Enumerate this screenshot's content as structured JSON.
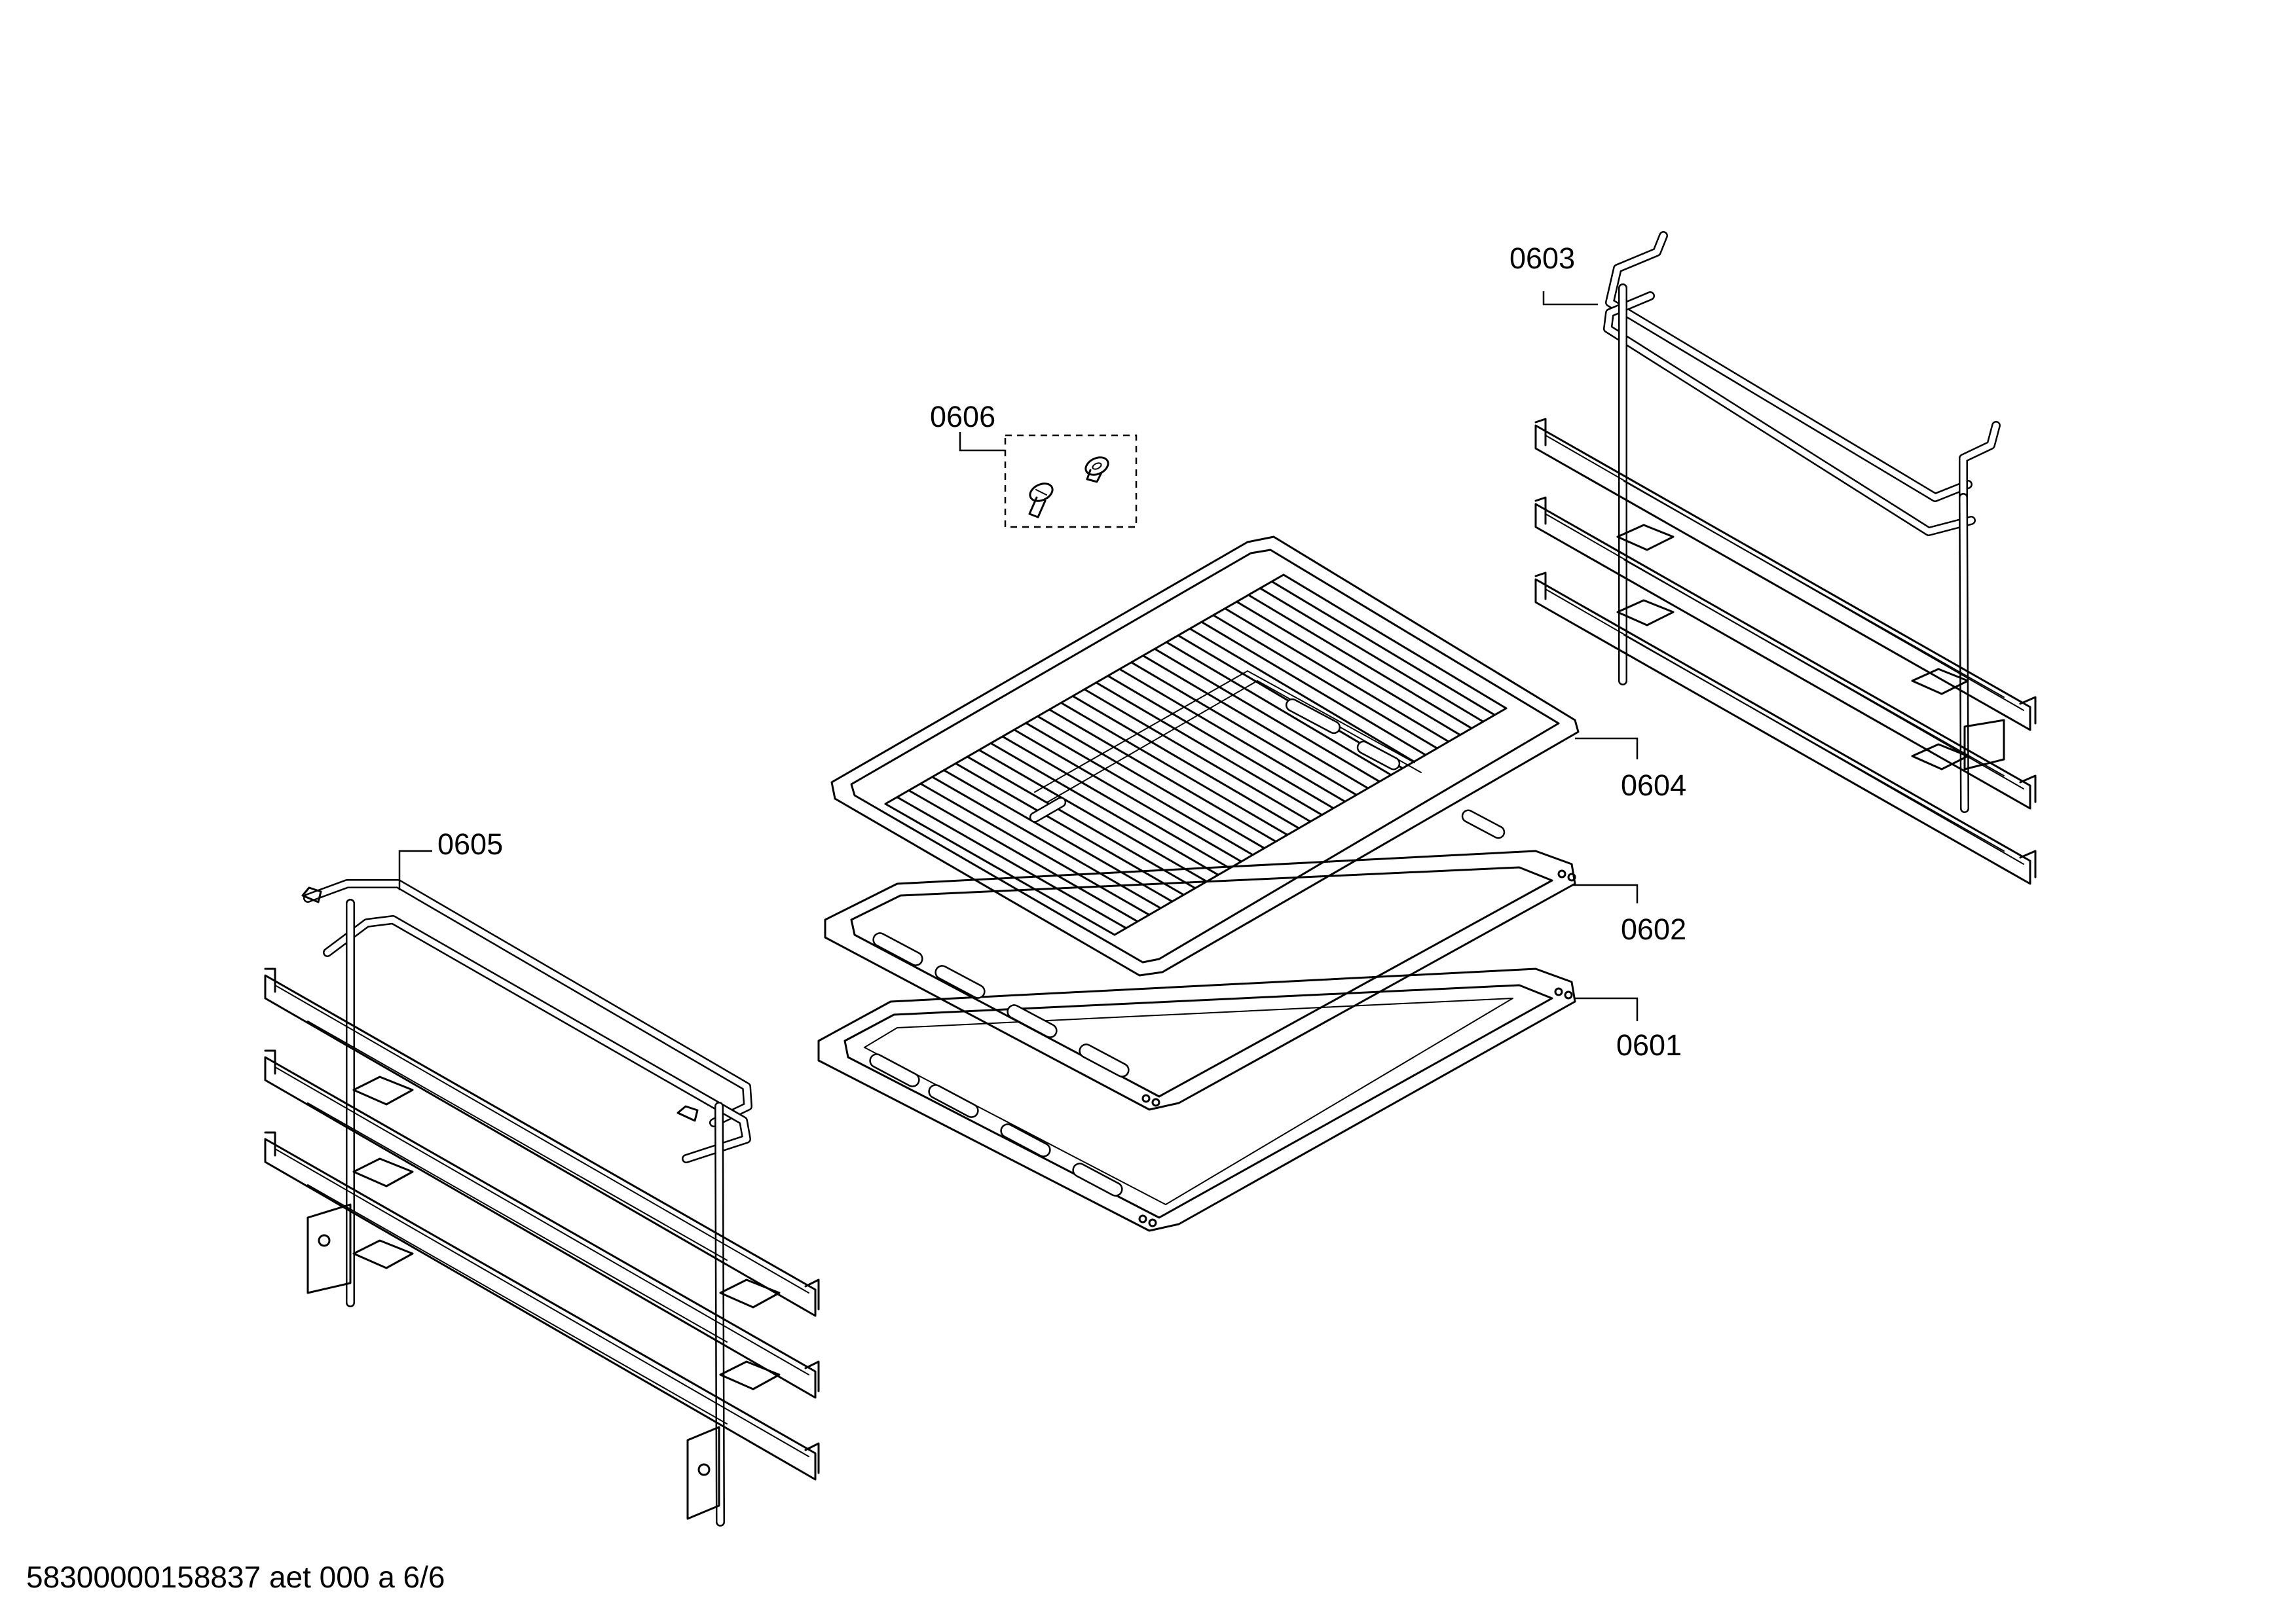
{
  "parts": [
    {
      "id": "0603",
      "name": "right-side-rail-ladder"
    },
    {
      "id": "0606",
      "name": "fastening-screws"
    },
    {
      "id": "0604",
      "name": "wire-grid-shelf"
    },
    {
      "id": "0602",
      "name": "shallow-baking-tray"
    },
    {
      "id": "0601",
      "name": "deep-baking-tray"
    },
    {
      "id": "0605",
      "name": "left-side-rail-ladder"
    }
  ],
  "footer": "58300000158837 aet 000 a 6/6"
}
